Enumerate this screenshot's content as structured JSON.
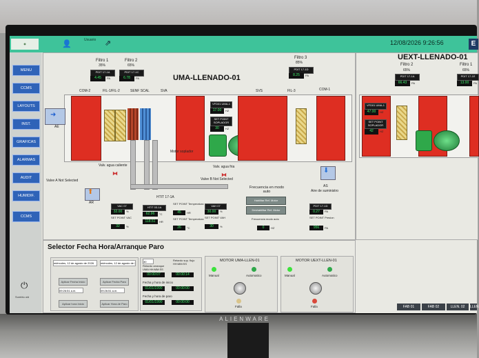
{
  "header": {
    "user_label": "Usuario",
    "datetime": "12/08/2026 9:26:56",
    "e_button": "E"
  },
  "sidebar": {
    "items": [
      "MENU",
      "CCMS",
      "LAYOUTS",
      "INST.",
      "GRAFICAS",
      "ALARMAS",
      "AUDIT",
      "HUMIDIF.",
      "CCMS"
    ],
    "power_label": "Sumbtu oid"
  },
  "uma": {
    "title": "UMA-LLENADO-01",
    "filtro1": {
      "label": "Filtro 1",
      "pct": "35%",
      "tag": "PDIT 17-1A",
      "value": "4.45",
      "unit": "PA"
    },
    "filtro2": {
      "label": "Filtro 2",
      "pct": "65%",
      "tag": "PDIT 17-1C",
      "value": "6.78",
      "unit": "PA"
    },
    "filtro3": {
      "label": "Filtro 3",
      "pct": "85%",
      "tag": "PDIT 17-1D",
      "value": "8.25",
      "unit": "PA"
    },
    "sections": [
      "COM-2",
      "FIL-1/FIL-2",
      "SENF SCAL",
      "SVA",
      "SVS",
      "FIL-3",
      "COM-1"
    ],
    "ae_label": "AE",
    "ar_label": "AR",
    "as_label": "AS",
    "as_sub": "Aire de suministro",
    "valv_agua_caliente": "Valv. agua caliente",
    "valv_agua_fria": "Valv. agua fria",
    "valve_a": "Valve A Not Selected",
    "valve_b": "Valve B Not Selected",
    "motor_label": "Motor soplador",
    "vfd": {
      "tag": "VFD01 UMA-1",
      "value": "17.00",
      "unit": "HZ"
    },
    "set_point_soplador": {
      "label": "SET POINT SOPLADOR",
      "value": "30",
      "unit": "HZ"
    },
    "vac": {
      "tag": "VAC 07",
      "value": "32.00",
      "unit": "%",
      "sp_label": "SET POINT VAC",
      "sp_value": "32",
      "sp_unit": "%"
    },
    "htit": {
      "label": "HTIT 17-1A",
      "tag": "HTIT 03-1A",
      "temp": "62.96",
      "temp_unit": "°C",
      "hum": "118.51",
      "hum_unit": "HR"
    },
    "sp_temp": {
      "label": "SET POINT Temperatura",
      "value": "45",
      "unit": "HR"
    },
    "sp_temp2": {
      "label": "SET POINT Temperatura",
      "value": "26",
      "unit": "°C"
    },
    "vah": {
      "tag": "VAH 07",
      "value": "30.00",
      "unit": "%",
      "sp_label": "SET POINT VAH",
      "sp_value": "30",
      "sp_unit": "%"
    },
    "frecuencia_title": "Frecuencia en modo auto",
    "btn_habilitar": "Habilitar Ref. Motor",
    "btn_deshabilitar": "Deshabilitar Ref. Motor",
    "frecuencia_label": "Frecuencia modo auto",
    "frecuencia_value": "0",
    "frecuencia_unit": "HZ",
    "pdit_1d": {
      "tag": "PDIT 17-1D",
      "value": "0.27",
      "unit": "PA",
      "sp_label": "SET POINT Presion",
      "sp_value": "956",
      "sp_unit": "PA"
    }
  },
  "uext": {
    "title": "UEXT-LLENADO-01",
    "filtro2": {
      "label": "Filtro 2",
      "pct": "65%",
      "tag": "PDIT 17-1A",
      "value": "66.43",
      "unit": "PA"
    },
    "filtro1": {
      "label": "Filtro 1",
      "pct": "65%",
      "tag": "PDIT 17-1E",
      "value": "13.00",
      "unit": "PA"
    },
    "vfd": {
      "tag": "VFD01 UMA-1",
      "value": "47.00",
      "unit": "HZ"
    },
    "sp": {
      "label": "SET POINT SOPLADOR",
      "value": "42",
      "unit": "HZ"
    }
  },
  "selector": {
    "title": "Selector Fecha Hora/Arranque Paro",
    "date_from": "miércoles, 12 de agosto de 2026",
    "date_to": "miércoles, 12 de agosto de 2026",
    "time_from": "09:26:51 a.m.",
    "time_to": "09:26:51 a.m.",
    "btn_fecha_inicio": "Aplicar Fecha Inicio",
    "btn_fecha_paro": "Aplicar Fecha Paro",
    "btn_hora_inicio": "Aplicar hora Inicio",
    "btn_hora_paro": "Aplicar Hora de Paro",
    "retardo_arranque_label": "Retardo arranque UMA HH:MM:SS",
    "retardo_arranque_value": "00:00:07",
    "retardo_flujo_label": "Retardo sup. flujo HH:MM:SS",
    "retardo_flujo_value": "00:00:14",
    "fecha_inicio_label": "Fecha y hora de inicio",
    "fecha_inicio_date": "01/01/1990",
    "fecha_inicio_time": "00:00:00",
    "fecha_paro_label": "Fecha y hora de paro",
    "fecha_paro_date": "01/01/1990",
    "fecha_paro_time": "00:00:00",
    "num_field": "30"
  },
  "motor_uma": {
    "title": "MOTOR UMA-LLEN-01",
    "manual": "Manual",
    "auto": "Automatico",
    "falla": "Falla"
  },
  "motor_uext": {
    "title": "MOTOR UEXT-LLEN-01",
    "manual": "Manual",
    "auto": "Automatico",
    "falla": "Falla"
  },
  "footer_tabs": [
    "FAB 01",
    "FAB 02",
    "LLEN. 02",
    "LLEN"
  ],
  "monitor_brand": "ALIENWARE",
  "colors": {
    "topbar": "#3ec39a",
    "nav": "#2f63b8",
    "unit_red": "#de2e22",
    "value_green": "#3cf06a"
  }
}
